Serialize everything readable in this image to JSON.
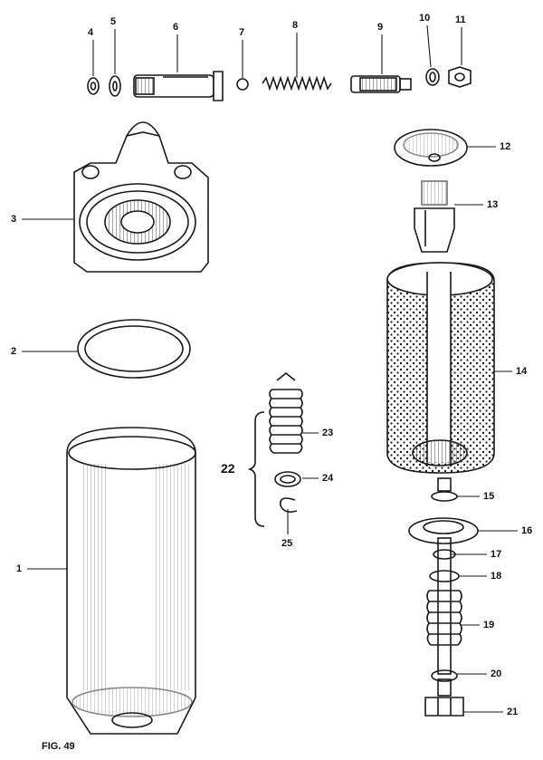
{
  "figure": {
    "caption": "FIG. 49"
  },
  "callouts": {
    "p1": "1",
    "p2": "2",
    "p3": "3",
    "p4": "4",
    "p5": "5",
    "p6": "6",
    "p7": "7",
    "p8": "8",
    "p9": "9",
    "p10": "10",
    "p11": "11",
    "p12": "12",
    "p13": "13",
    "p14": "14",
    "p15": "15",
    "p16": "16",
    "p17": "17",
    "p18": "18",
    "p19": "19",
    "p20": "20",
    "p21": "21",
    "p22": "22",
    "p23": "23",
    "p24": "24",
    "p25": "25"
  },
  "colors": {
    "ink": "#1a1a1a",
    "paper": "#ffffff",
    "shade": "#cfcfcf"
  }
}
